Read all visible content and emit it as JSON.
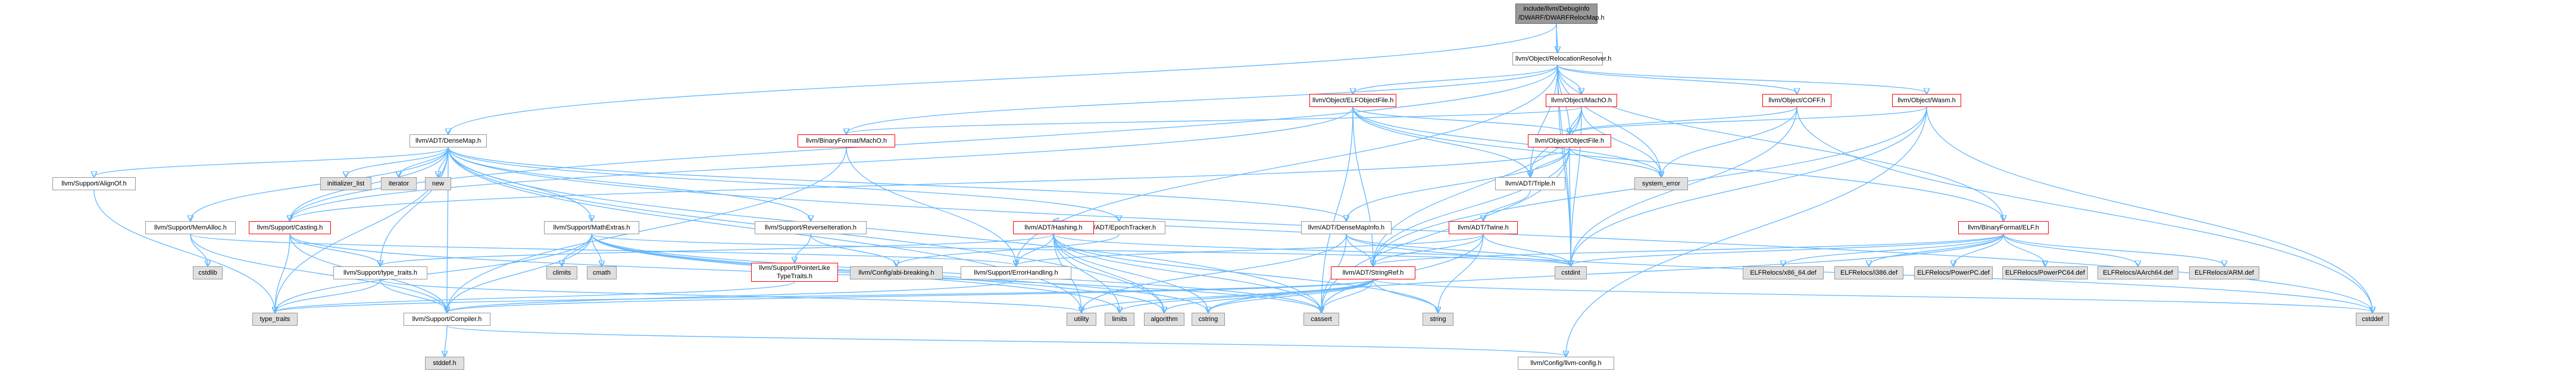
{
  "graph": {
    "root": "include/llvm/DebugInfo\n/DWARF/DWARFRelocMap.h",
    "nodes": {
      "relocation_resolver": "llvm/Object/RelocationResolver.h",
      "dense_map": "llvm/ADT/DenseMap.h",
      "binary_macho": "llvm/BinaryFormat/MachO.h",
      "elf_object_file": "llvm/Object/ELFObjectFile.h",
      "object_macho": "llvm/Object/MachO.h",
      "object_coff": "llvm/Object/COFF.h",
      "object_wasm": "llvm/Object/Wasm.h",
      "object_file": "llvm/Object/ObjectFile.h",
      "align_of": "llvm/Support/AlignOf.h",
      "initializer_list": "initializer_list",
      "iterator": "iterator",
      "new": "new",
      "system_error": "system_error",
      "dense_map_info": "llvm/ADT/DenseMapInfo.h",
      "triple": "llvm/ADT/Triple.h",
      "binary_elf": "llvm/BinaryFormat/ELF.h",
      "mem_alloc": "llvm/Support/MemAlloc.h",
      "casting": "llvm/Support/Casting.h",
      "math_extras": "llvm/Support/MathExtras.h",
      "reverse_iteration": "llvm/Support/ReverseIteration.h",
      "epoch_tracker": "llvm/ADT/EpochTracker.h",
      "hashing": "llvm/ADT/Hashing.h",
      "twine": "llvm/ADT/Twine.h",
      "cstdlib": "cstdlib",
      "climits": "climits",
      "cmath": "cmath",
      "pointer_like": "llvm/Support/PointerLike\nTypeTraits.h",
      "abi_breaking": "llvm/Config/abi-breaking.h",
      "error_handling": "llvm/Support/ErrorHandling.h",
      "type_traits_support": "llvm/Support/type_traits.h",
      "string_ref": "llvm/ADT/StringRef.h",
      "cstdint": "cstdint",
      "x86_64_def": "ELFRelocs/x86_64.def",
      "i386_def": "ELFRelocs/i386.def",
      "powerpc_def": "ELFRelocs/PowerPC.def",
      "powerpc64_def": "ELFRelocs/PowerPC64.def",
      "aarch64_def": "ELFRelocs/AArch64.def",
      "arm_def": "ELFRelocs/ARM.def",
      "type_traits": "type_traits",
      "compiler": "llvm/Support/Compiler.h",
      "utility": "utility",
      "limits": "limits",
      "algorithm": "algorithm",
      "cstring": "cstring",
      "cassert": "cassert",
      "string": "string",
      "cstddef": "cstddef",
      "stddef": "stddef.h",
      "llvm_config": "llvm/Config/llvm-config.h"
    }
  },
  "colors": {
    "edge": "#63b8ff",
    "node_border": "#999999",
    "node_border_incomplete": "#ff0000",
    "system_node_fill": "#e0e0e0",
    "root_fill": "#999999"
  }
}
